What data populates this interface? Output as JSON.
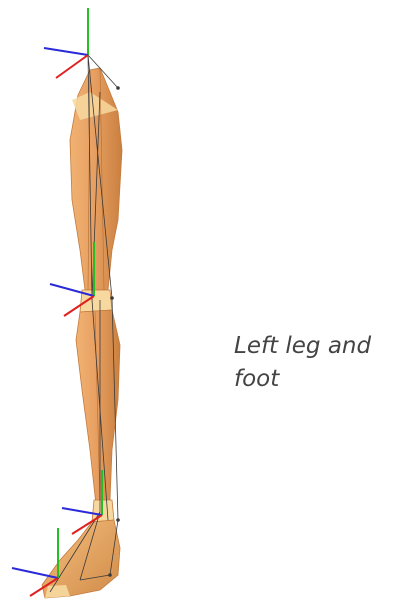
{
  "caption": "Left leg and foot",
  "figure": {
    "subject": "left-leg-and-foot",
    "colors": {
      "skin_light": "#f4b878",
      "skin_mid": "#e8a062",
      "skin_dark": "#c47a3c",
      "joint_band": "#f7d9a0",
      "wire": "#3a3a3a",
      "axis_x": "#e02020",
      "axis_y": "#22c022",
      "axis_z": "#2a2ad8"
    },
    "joints": [
      "hip",
      "knee",
      "ankle",
      "foot"
    ]
  }
}
